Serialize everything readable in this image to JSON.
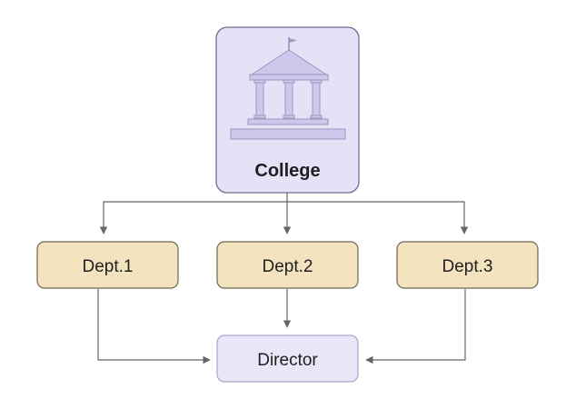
{
  "diagram": {
    "college": {
      "label": "College",
      "icon": "college-building-icon"
    },
    "departments": [
      {
        "label": "Dept.1"
      },
      {
        "label": "Dept.2"
      },
      {
        "label": "Dept.3"
      }
    ],
    "director": {
      "label": "Director"
    }
  },
  "colors": {
    "college_fill": "#e4e2f6",
    "college_stroke": "#6f6f8e",
    "dept_fill": "#f3e4bf",
    "dept_stroke": "#6e6652",
    "director_fill": "#e8e6f8",
    "director_stroke": "#a8a6c8",
    "icon_fill": "#cdc8ec",
    "icon_stroke": "#9a96bf",
    "connector": "#666666"
  }
}
